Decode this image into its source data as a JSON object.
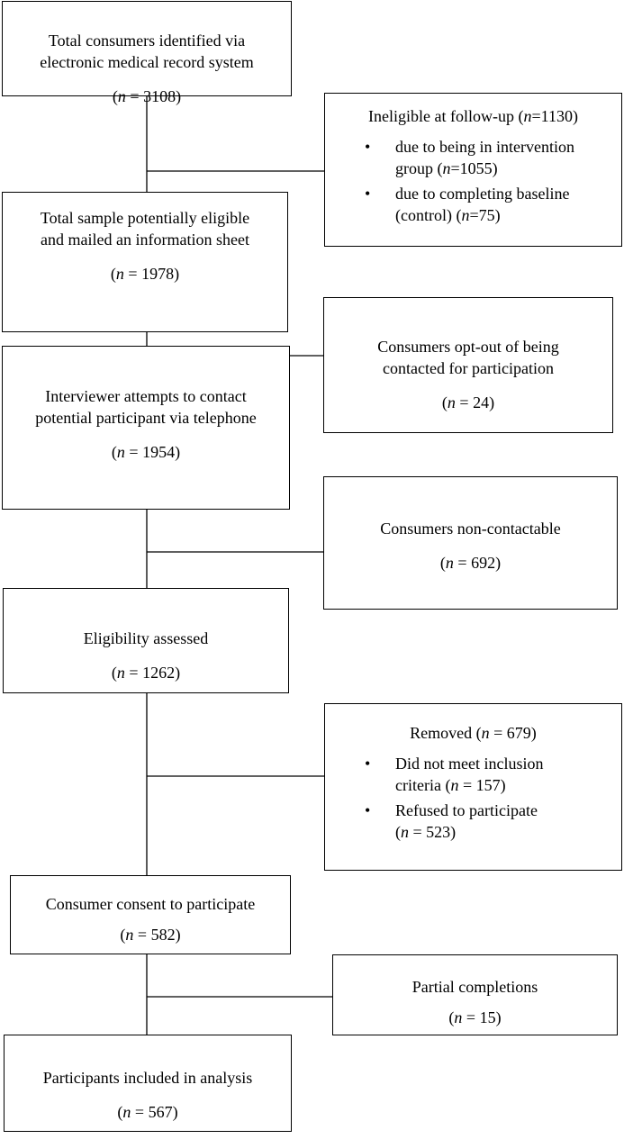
{
  "boxes": {
    "total": {
      "line1": "Total consumers identified via",
      "line2": "electronic medical record system",
      "n": "(n = 3108)"
    },
    "ineligible": {
      "title": "Ineligible at follow-up (n=1130)",
      "bullets": [
        {
          "line1": "due to being in intervention",
          "line2": "group (n=1055)"
        },
        {
          "line1": "due to completing baseline",
          "line2": "(control) (n=75)"
        }
      ]
    },
    "sample": {
      "line1": "Total sample potentially eligible",
      "line2": "and mailed an information sheet",
      "n": "(n = 1978)"
    },
    "optout": {
      "line1": "Consumers opt-out of being",
      "line2": "contacted for participation",
      "n": "(n = 24)"
    },
    "interviewer": {
      "line1": "Interviewer attempts to contact",
      "line2": "potential participant via telephone",
      "n": "(n = 1954)"
    },
    "noncontactable": {
      "line1": "Consumers non-contactable",
      "n": "(n = 692)"
    },
    "eligibility": {
      "line1": "Eligibility assessed",
      "n": "(n = 1262)"
    },
    "removed": {
      "title": "Removed (n = 679)",
      "bullets": [
        {
          "line1": "Did not meet inclusion",
          "line2": "criteria (n = 157)"
        },
        {
          "line1": "Refused to participate",
          "line2": "(n = 523)"
        }
      ]
    },
    "consent": {
      "line1": "Consumer consent to participate",
      "n": "(n = 582)"
    },
    "partial": {
      "line1": "Partial completions",
      "n": "(n = 15)"
    },
    "included": {
      "line1": "Participants included in analysis",
      "n": "(n = 567)"
    }
  },
  "bullet_symbol": "•"
}
